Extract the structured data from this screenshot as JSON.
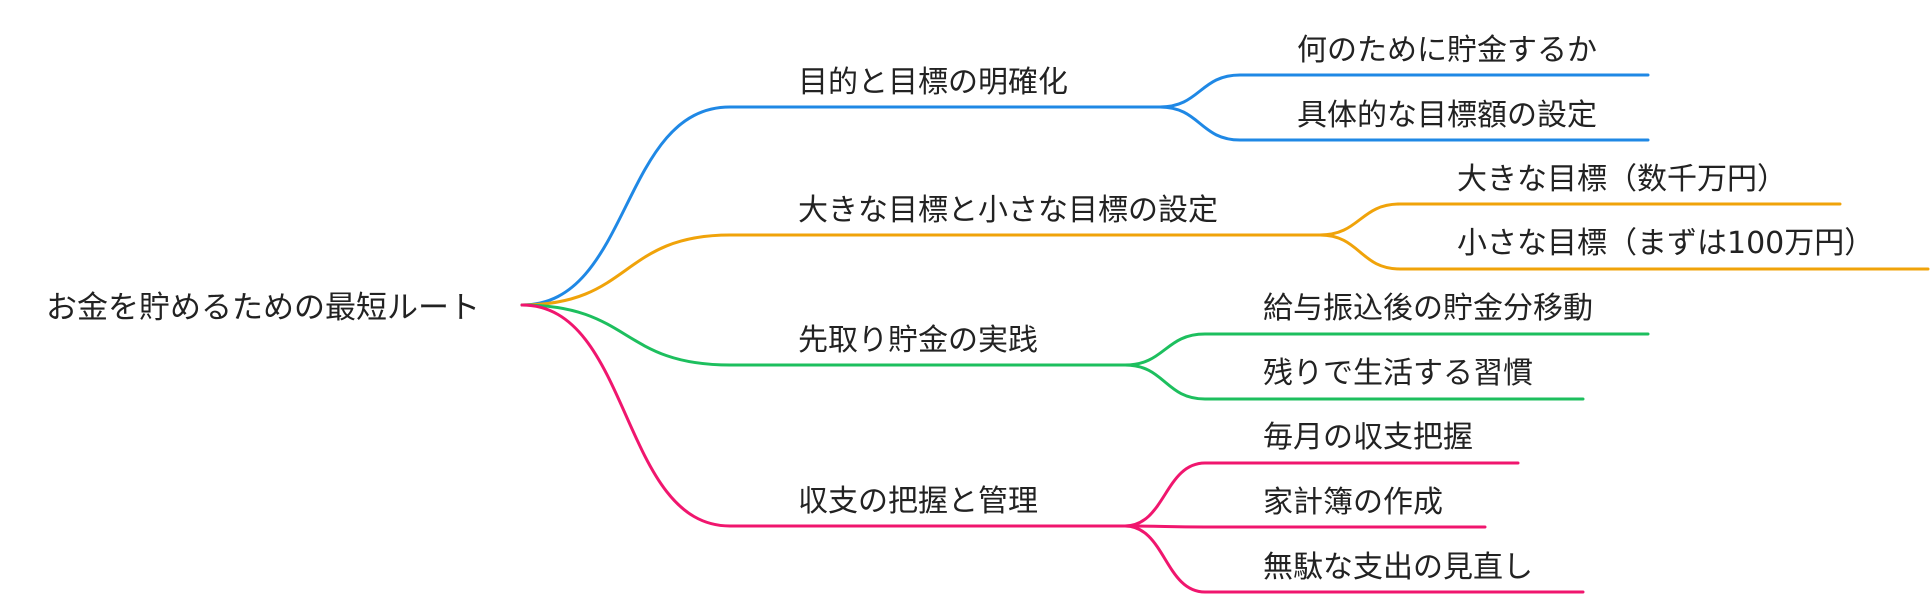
{
  "root": {
    "label": "お金を貯めるための最短ルート"
  },
  "branches": [
    {
      "label": "目的と目標の明確化",
      "color": "#1f88e5",
      "children": [
        {
          "label": "何のために貯金するか"
        },
        {
          "label": "具体的な目標額の設定"
        }
      ]
    },
    {
      "label": "大きな目標と小さな目標の設定",
      "color": "#f0a30a",
      "children": [
        {
          "label": "大きな目標（数千万円）"
        },
        {
          "label": "小さな目標（まずは100万円）"
        }
      ]
    },
    {
      "label": "先取り貯金の実践",
      "color": "#1dbf5e",
      "children": [
        {
          "label": "給与振込後の貯金分移動"
        },
        {
          "label": "残りで生活する習慣"
        }
      ]
    },
    {
      "label": "収支の把握と管理",
      "color": "#f0166e",
      "children": [
        {
          "label": "毎月の収支把握"
        },
        {
          "label": "家計簿の作成"
        },
        {
          "label": "無駄な支出の見直し"
        }
      ]
    }
  ]
}
